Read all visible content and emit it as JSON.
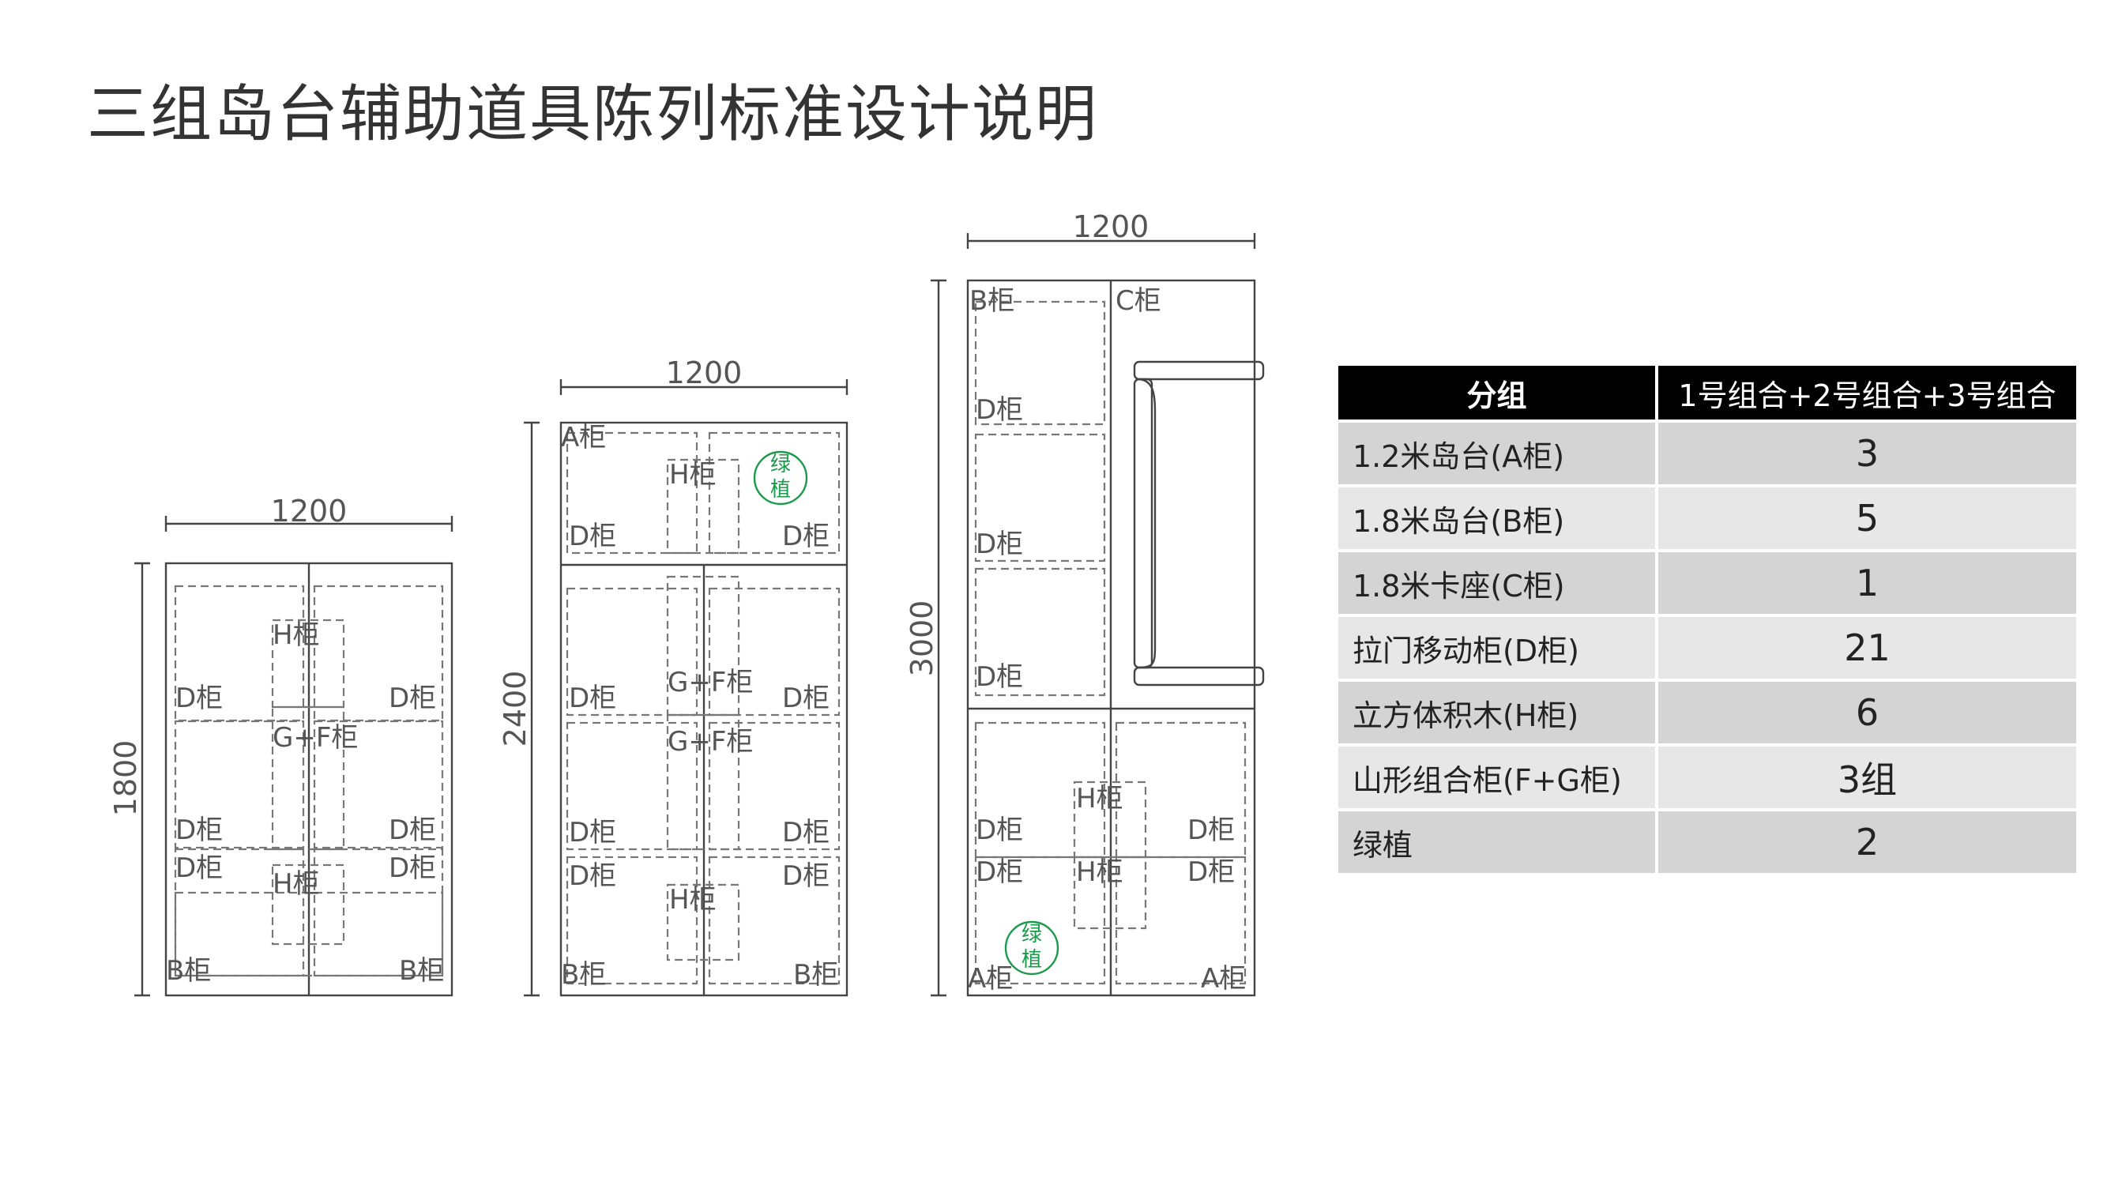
{
  "title": "三组岛台辅助道具陈列标准设计说明",
  "labels": {
    "A": "A柜",
    "B": "B柜",
    "C": "C柜",
    "D": "D柜",
    "H": "H柜",
    "GF": "G+F柜",
    "plant_1": "绿",
    "plant_2": "植"
  },
  "dimensions": {
    "w1": "1200",
    "h1": "1800",
    "w2": "1200",
    "h2": "2400",
    "w3": "1200",
    "h3": "3000"
  },
  "table": {
    "headers": [
      "分组",
      "1号组合+2号组合+3号组合"
    ],
    "rows": [
      {
        "label": "1.2米岛台(A柜)",
        "value": "3"
      },
      {
        "label": "1.8米岛台(B柜)",
        "value": "5"
      },
      {
        "label": "1.8米卡座(C柜)",
        "value": "1"
      },
      {
        "label": "拉门移动柜(D柜)",
        "value": "21"
      },
      {
        "label": "立方体积木(H柜)",
        "value": "6"
      },
      {
        "label": "山形组合柜(F+G柜)",
        "value": "3组"
      },
      {
        "label": "绿植",
        "value": "2"
      }
    ]
  },
  "colors": {
    "line": "#444444",
    "dash": "#666666",
    "plant": "#1a9a4a",
    "header_bg": "#000000"
  }
}
